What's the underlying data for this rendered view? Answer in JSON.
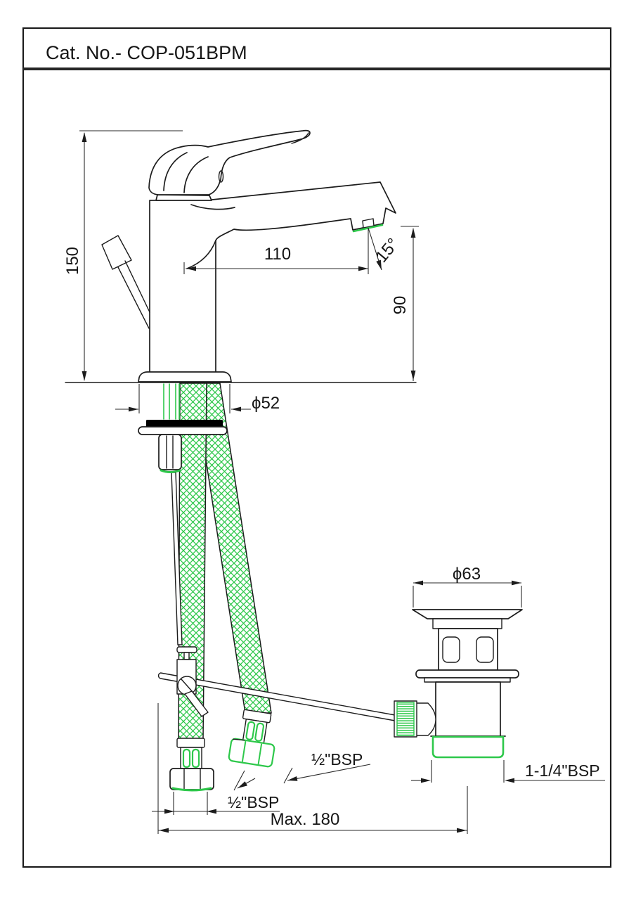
{
  "title_block": {
    "catalog_number_label": "Cat. No.- COP-051BPM"
  },
  "drawing": {
    "type": "technical-dimension-drawing",
    "subject": "single-lever basin mixer with flexible hoses and pop-up waste",
    "dimensions": {
      "overall_height": "150",
      "spout_reach": "110",
      "spout_angle": "15°",
      "spout_height": "90",
      "body_diameter": "ϕ52",
      "waste_flange_diameter": "ϕ63",
      "hose_thread_left": "½\"BSP",
      "hose_thread_right": "½\"BSP",
      "waste_thread": "1-1/4\"BSP",
      "max_mounting_span": "Max. 180"
    },
    "colors": {
      "highlight_green": "#2ec84b",
      "line_color": "#1c1c1c",
      "background": "#ffffff"
    }
  }
}
